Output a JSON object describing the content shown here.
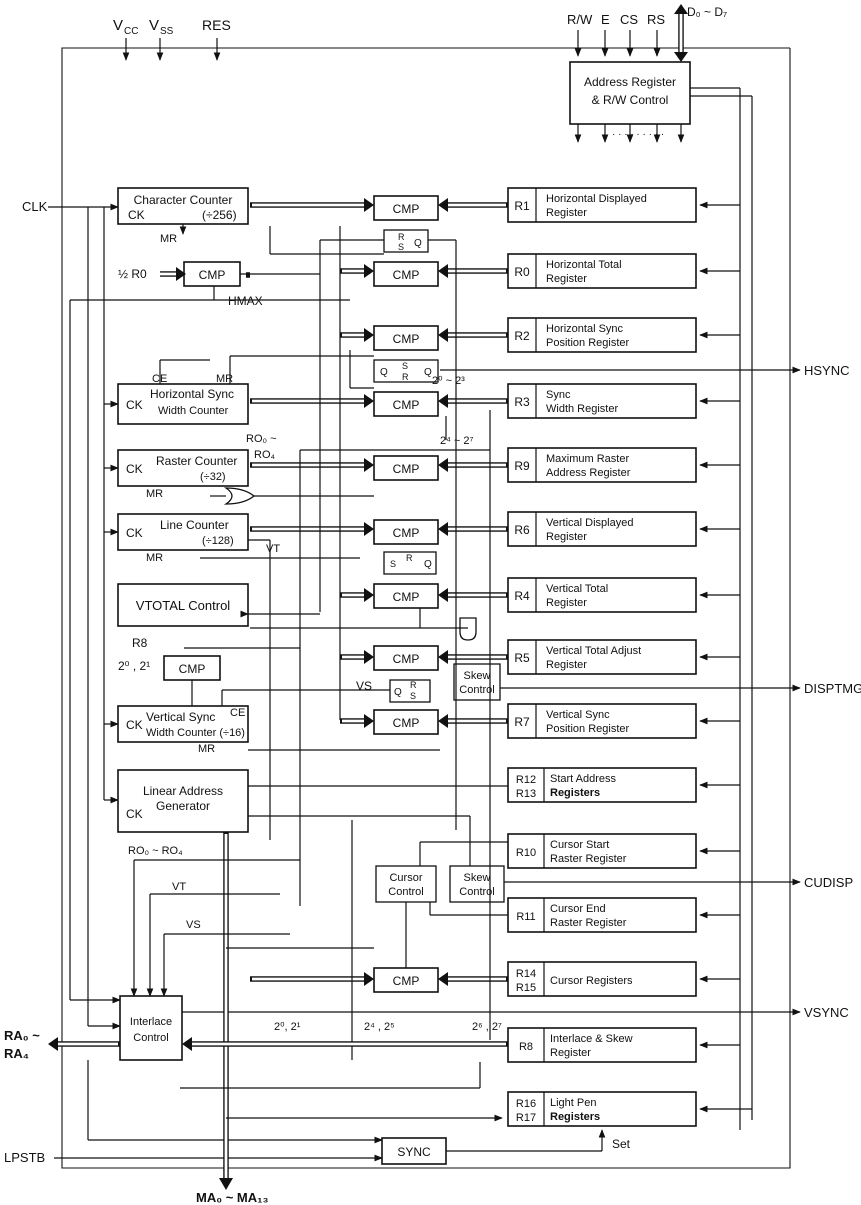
{
  "pins_top": {
    "vcc": "V",
    "vcc_sub": "CC",
    "vss": "V",
    "vss_sub": "SS",
    "res": "RES",
    "rw": "R/W",
    "e": "E",
    "cs": "CS",
    "rs": "RS",
    "data_bus": "D₀ ~ D₇"
  },
  "pins_left": {
    "clk": "CLK",
    "half_r0": "½ R0",
    "ra_top": "RA₀ ~",
    "ra_bottom": "RA₄",
    "lpstb": "LPSTB"
  },
  "pins_right": {
    "hsync": "HSYNC",
    "disptmg": "DISPTMG",
    "cudisp": "CUDISP",
    "vsync": "VSYNC"
  },
  "pins_bottom": {
    "ma": "MA₀ ~ MA₁₃"
  },
  "address_register": {
    "line1": "Address Register",
    "line2": "& R/W Control"
  },
  "registers": {
    "r1": {
      "id": "R1",
      "line1": "Horizontal Displayed",
      "line2": "Register"
    },
    "r0": {
      "id": "R0",
      "line1": "Horizontal Total",
      "line2": "Register"
    },
    "r2": {
      "id": "R2",
      "line1": "Horizontal Sync",
      "line2": "Position Register"
    },
    "r3": {
      "id": "R3",
      "line1": "Sync",
      "line2": "Width Register"
    },
    "r9": {
      "id": "R9",
      "line1": "Maximum Raster",
      "line2": "Address Register"
    },
    "r6": {
      "id": "R6",
      "line1": "Vertical Displayed",
      "line2": "Register"
    },
    "r4": {
      "id": "R4",
      "line1": "Vertical Total",
      "line2": "Register"
    },
    "r5": {
      "id": "R5",
      "line1": "Vertical Total Adjust",
      "line2": "Register"
    },
    "r7": {
      "id": "R7",
      "line1": "Vertical Sync",
      "line2": "Position Register"
    },
    "r12": {
      "id1": "R12",
      "id2": "R13",
      "line1": "Start Address",
      "line2": "Registers"
    },
    "r10": {
      "id": "R10",
      "line1": "Cursor Start",
      "line2": "Raster Register"
    },
    "r11": {
      "id": "R11",
      "line1": "Cursor End",
      "line2": "Raster Register"
    },
    "r14": {
      "id1": "R14",
      "id2": "R15",
      "line1": "Cursor Registers"
    },
    "r8": {
      "id": "R8",
      "line1": "Interlace & Skew",
      "line2": "Register"
    },
    "r16": {
      "id1": "R16",
      "id2": "R17",
      "line1": "Light Pen",
      "line2": "Registers"
    }
  },
  "blocks": {
    "char_counter": {
      "line1": "Character Counter",
      "ck": "CK",
      "div": "(÷256)"
    },
    "hsw_counter": {
      "ce": "CE",
      "mr": "MR",
      "ck": "CK",
      "line1": "Horizontal Sync",
      "line2": "Width Counter"
    },
    "raster_counter": {
      "ck": "CK",
      "line1": "Raster Counter",
      "div": "(÷32)"
    },
    "line_counter": {
      "ck": "CK",
      "line1": "Line Counter",
      "div": "(÷128)"
    },
    "vtotal_control": {
      "line1": "VTOTAL Control"
    },
    "vsw_counter": {
      "ck": "CK",
      "ce": "CE",
      "line1": "Vertical Sync",
      "line2": "Width Counter (÷16)"
    },
    "linear_addr": {
      "line1": "Linear Address",
      "line2": "Generator",
      "ck": "CK"
    },
    "interlace_control": {
      "line1": "Interlace",
      "line2": "Control"
    },
    "cursor_control": {
      "line1": "Cursor",
      "line2": "Control"
    },
    "skew_control": {
      "line1": "Skew",
      "line2": "Control"
    },
    "skew_control2": {
      "line1": "Skew",
      "line2": "Control"
    },
    "sync": {
      "line1": "SYNC"
    }
  },
  "cmp_label": "CMP",
  "labels": {
    "mr": "MR",
    "hmax": "HMAX",
    "r8": "R8",
    "bits_01": "2⁰ , 2¹",
    "bits_02": "2⁰ ~ 2³",
    "bits_03": "2⁴ ~ 2⁷",
    "ro_top": "RO₀ ~",
    "ro_bottom": "RO₄",
    "vt": "VT",
    "vs": "VS",
    "ro_range": "RO₀ ~ RO₄",
    "bits_b1": "2⁰, 2¹",
    "bits_b2": "2⁴ , 2⁵",
    "bits_b3": "2⁶ , 2⁷",
    "set": "Set",
    "ff_s": "S",
    "ff_r": "R",
    "ff_q": "Q",
    "dots": "· · · · · · · · ·"
  }
}
